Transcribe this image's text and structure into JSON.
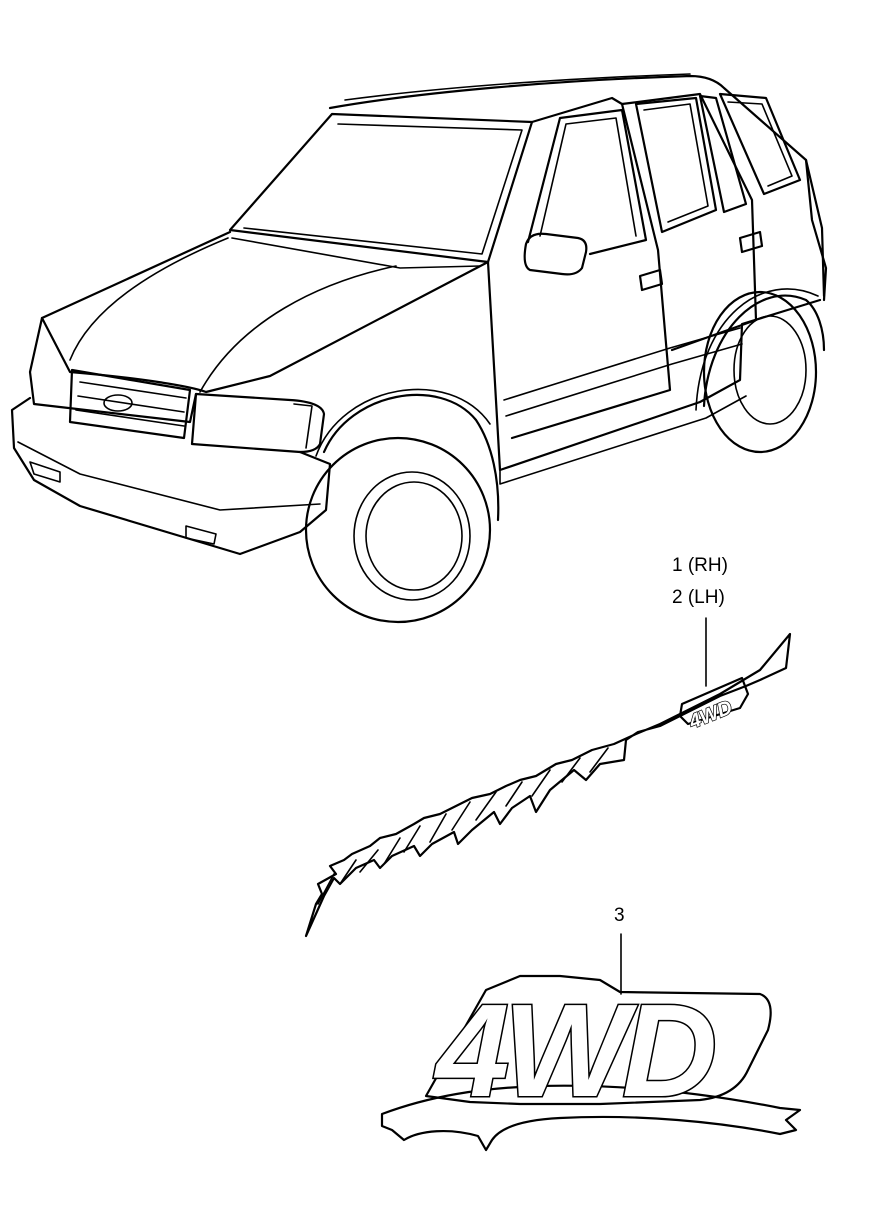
{
  "callouts": {
    "part_1": "1 (RH)",
    "part_2": "2 (LH)",
    "part_3": "3"
  },
  "stripe_badge_text": "4WD",
  "emblem_text": "4WD",
  "colors": {
    "line": "#000000",
    "background": "#ffffff"
  }
}
